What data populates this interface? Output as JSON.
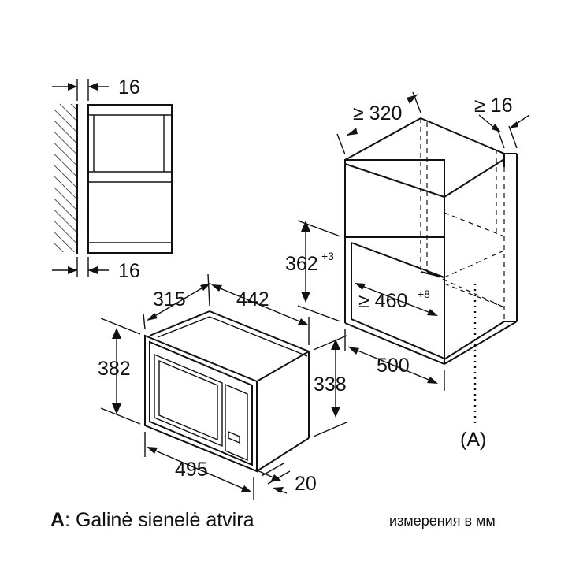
{
  "dimensions": {
    "side_gap_top": "16",
    "side_gap_bottom": "16",
    "cab_depth": "≥ 320",
    "cab_side_gap": "≥ 16",
    "niche_height": "362",
    "niche_height_tol": "+3",
    "niche_width": "≥ 460",
    "niche_width_tol": "+8",
    "niche_depth": "500",
    "rear_label": "(A)",
    "mw_depth": "315",
    "mw_width": "442",
    "mw_frame_height": "382",
    "mw_body_height": "338",
    "mw_frame_width": "495",
    "mw_frame_depth": "20"
  },
  "caption": {
    "key": "A",
    "text": ": Galinė sienelė atvira",
    "units": "измерения в мм"
  }
}
